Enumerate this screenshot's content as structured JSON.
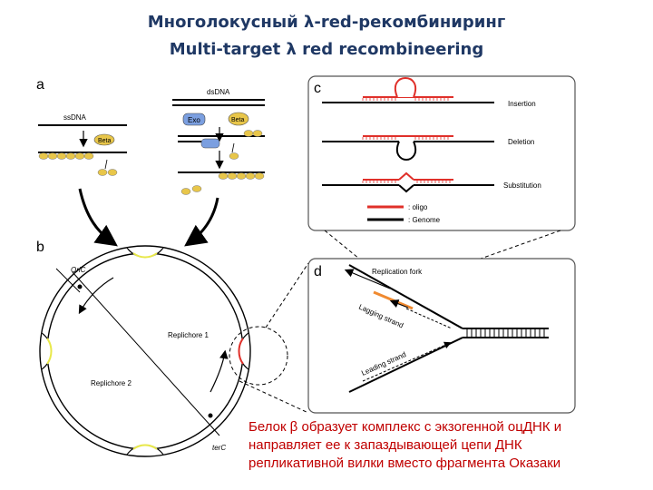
{
  "title": {
    "ru": "Многолокусный λ-red-рекомбиниринг",
    "en": "Multi-target λ red recombineering"
  },
  "panel_a": {
    "letter": "a",
    "ssdna_label": "ssDNA",
    "dsdna_label": "dsDNA",
    "beta_label": "Beta",
    "exo_label": "Exo"
  },
  "panel_b": {
    "letter": "b",
    "oric_label": "OriC",
    "terc_label": "terC",
    "replichore1_label": "Replichore 1",
    "replichore2_label": "Replichore 2"
  },
  "panel_c": {
    "letter": "c",
    "insertion_label": "Insertion",
    "deletion_label": "Deletion",
    "substitution_label": "Substitution",
    "legend_oligo": ": oligo",
    "legend_genome": ": Genome",
    "oligo_color": "#e0302a",
    "genome_color": "#000000"
  },
  "panel_d": {
    "letter": "d",
    "fork_label": "Replication fork",
    "lagging_label": "Lagging strand",
    "leading_label": "Leading strand"
  },
  "caption": {
    "line1": "Белок β образует комплекс с экзогенной оцДНК и",
    "line2": "направляет ее к запаздывающей цепи ДНК",
    "line3": "репликативной вилки вместо фрагмента Оказаки"
  },
  "colors": {
    "title": "#1f3864",
    "caption": "#c00000",
    "beta_fill": "#e8c64a",
    "exo_fill": "#7b9fe0",
    "yellow_marker": "#e8e84a",
    "red_marker": "#e0302a",
    "orange_oligo": "#f08a30"
  }
}
